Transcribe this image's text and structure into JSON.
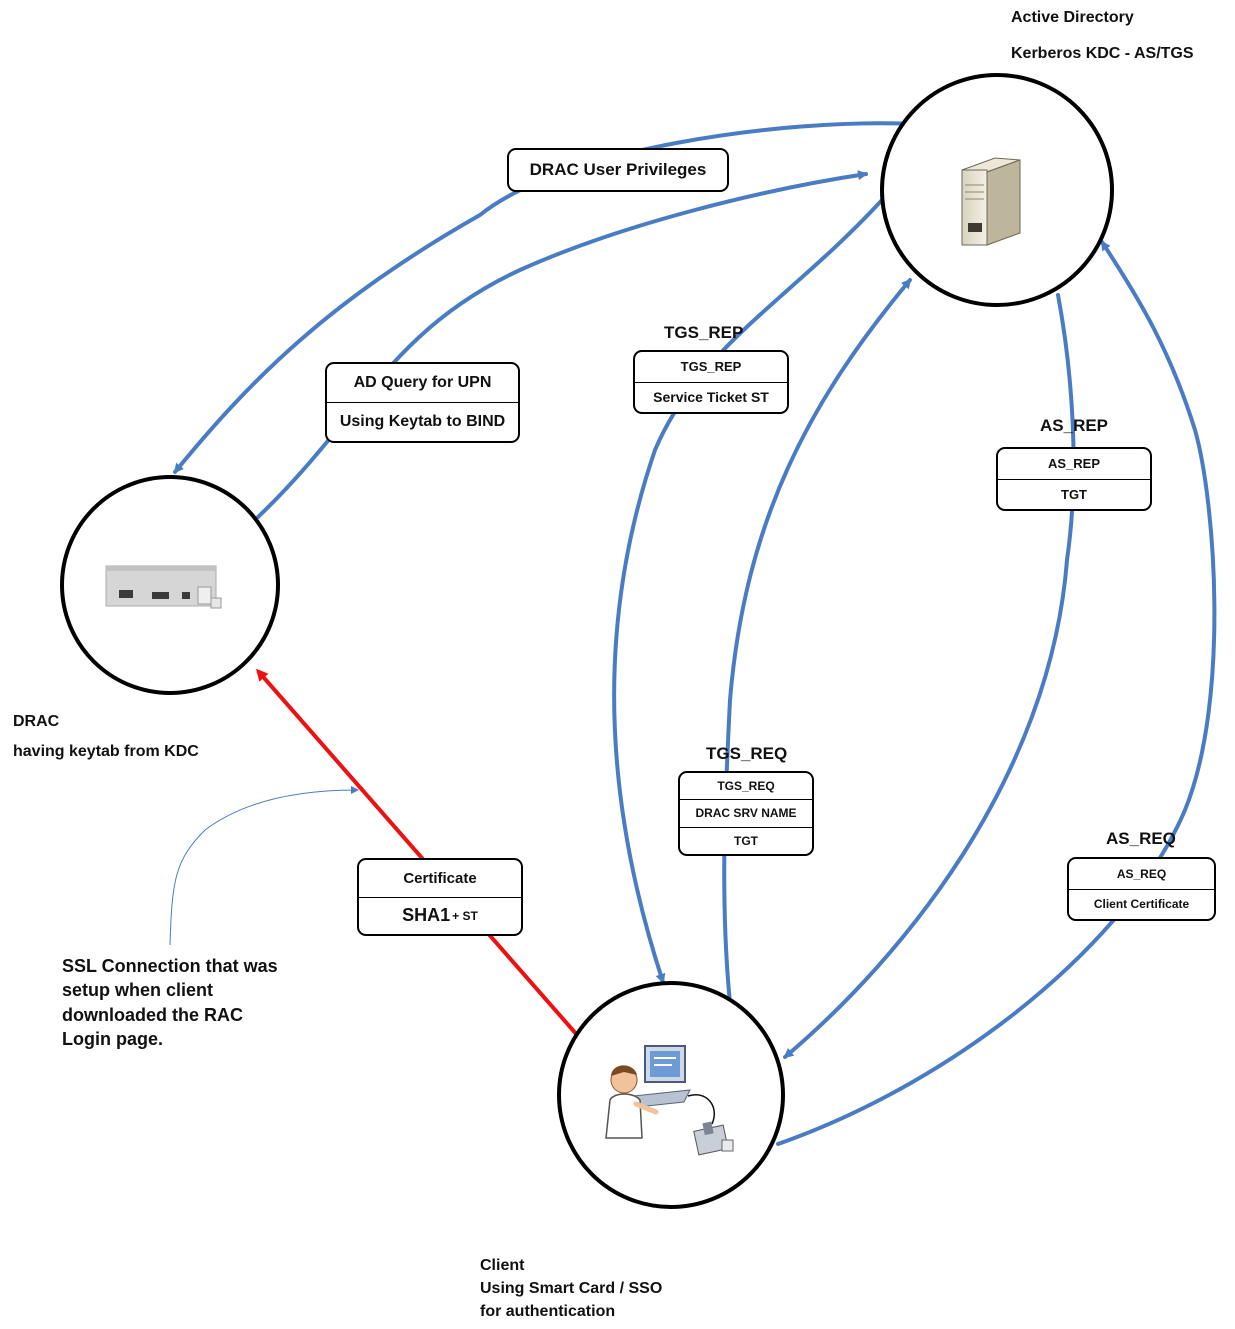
{
  "nodes": {
    "kdc": {
      "line1": "Active Directory",
      "line2": "Kerberos KDC - AS/TGS",
      "icon": "server-icon"
    },
    "drac": {
      "line1": "DRAC",
      "line2": "having keytab from KDC",
      "icon": "drac-card-icon"
    },
    "client": {
      "line1": "Client",
      "line2": "Using Smart Card / SSO",
      "line3": "for authentication",
      "icon": "user-computer-icon"
    }
  },
  "annotation": {
    "ssl": [
      "SSL Connection that was",
      "setup when client",
      "downloaded the RAC",
      "Login page."
    ]
  },
  "messages": {
    "drac_privileges": {
      "text": "DRAC User Privileges"
    },
    "ad_query": {
      "row1": "AD Query for UPN",
      "row2": "Using Keytab to BIND"
    },
    "tgs_rep": {
      "title": "TGS_REP",
      "row1": "TGS_REP",
      "row2": "Service Ticket  ST"
    },
    "as_rep": {
      "title": "AS_REP",
      "row1": "AS_REP",
      "row2": "TGT"
    },
    "tgs_req": {
      "title": "TGS_REQ",
      "row1": "TGS_REQ",
      "row2": "DRAC  SRV NAME",
      "row3": "TGT"
    },
    "as_req": {
      "title": "AS_REQ",
      "row1": "AS_REQ",
      "row2": "Client Certificate"
    },
    "certificate": {
      "row1": "Certificate",
      "row2_main": "SHA1",
      "row2_suffix": "+ ST"
    }
  },
  "colors": {
    "flow": "#4a7cc4",
    "ssl_flow": "#ee1111",
    "annotation_line": "#4a7cc4",
    "outline": "#000000"
  }
}
